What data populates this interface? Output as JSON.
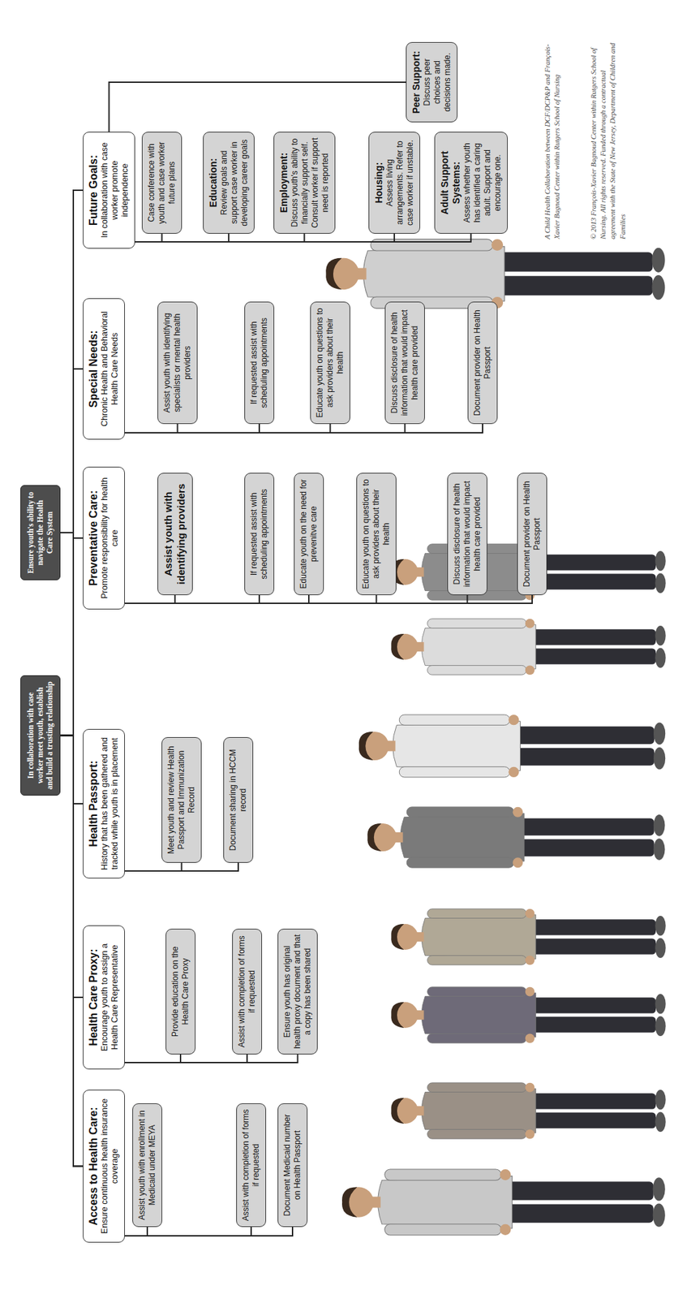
{
  "diagram": {
    "nodes": [
      {
        "text": [
          "In collaboration with case worker meet youth, establish and build a trusting relationship"
        ]
      },
      {
        "text": [
          "Ensure youth's ability to navigate the Health Care System"
        ]
      },
      {
        "text": [
          "Access to Health Care:",
          "Ensure continuous health insurance coverage"
        ]
      },
      {
        "text": [
          "Assist youth with enrollment in Medicaid under MEYA"
        ]
      },
      {
        "text": [
          "Assist with completion of forms if requested"
        ]
      },
      {
        "text": [
          "Document Medicaid number on Health Passport"
        ]
      },
      {
        "text": [
          "Health Care Proxy:",
          "Encourage youth to assign a Health Care Representative"
        ]
      },
      {
        "text": [
          "Provide education on the Health Care Proxy"
        ]
      },
      {
        "text": [
          "Assist with completion of forms if requested"
        ]
      },
      {
        "text": [
          "Ensure youth has original health proxy document and that a copy has been shared"
        ]
      },
      {
        "text": [
          "Health Passport:",
          "History that has been gathered and tracked while youth is in placement"
        ]
      },
      {
        "text": [
          "Meet youth and review Health Passport and Immunization Record"
        ]
      },
      {
        "text": [
          "Document sharing in HCCM record"
        ]
      },
      {
        "text": [
          "Preventative Care:",
          "Promote responsibility for health care"
        ]
      },
      {
        "text": [
          "Assist youth with identifying providers"
        ]
      },
      {
        "text": [
          "If requested assist with scheduling appointments"
        ]
      },
      {
        "text": [
          "Educate youth on the need for prevenitve care"
        ]
      },
      {
        "text": [
          "Educate youth on questions to ask providers about their health"
        ]
      },
      {
        "text": [
          "Discuss disclosure of health information that would impact health care provided"
        ]
      },
      {
        "text": [
          "Document provider on Health Passport"
        ]
      },
      {
        "text": [
          "Special Needs:",
          "Chronic Health and Behavioral Health Care Needs"
        ]
      },
      {
        "text": [
          "Assist youth with identifying specialists or mental health providers"
        ]
      },
      {
        "text": [
          "If requested assist with scheduling appointments"
        ]
      },
      {
        "text": [
          "Educate youth on questions to ask providers about their health"
        ]
      },
      {
        "text": [
          "Discuss disclosure of health information that would impact health care provided"
        ]
      },
      {
        "text": [
          "Document provider on Health Passport"
        ]
      },
      {
        "text": [
          "Future Goals:",
          "In collaboration with case worker promote independence"
        ]
      },
      {
        "text": [
          "Case conference with youth and case worker future plans"
        ]
      },
      {
        "text": [
          "Education:",
          "Review goals and support case worker in developing career goals"
        ]
      },
      {
        "text": [
          "Employment:",
          "Discuss youth's ability to financially support self. Consult worker if support need is reported"
        ]
      },
      {
        "text": [
          "Housing:",
          "Assess living arrangements. Refer to case worker if unstable."
        ]
      },
      {
        "text": [
          "Adult Support Systems:",
          "Assess whether youth has identified a caring adult. Support and encourage one."
        ]
      },
      {
        "text": [
          "Peer Support:",
          "Discuss peer choices and decisions made."
        ]
      }
    ],
    "edges": [
      {
        "from": 0,
        "to": 2,
        "arrow": "none"
      },
      {
        "from": 0,
        "to": 6,
        "arrow": "none"
      },
      {
        "from": 0,
        "to": 10,
        "arrow": "none"
      },
      {
        "from": 0,
        "to": 13,
        "arrow": "none"
      },
      {
        "from": 0,
        "to": 20,
        "arrow": "none"
      },
      {
        "from": 0,
        "to": 26,
        "arrow": "none"
      },
      {
        "from": 1,
        "to": 2,
        "arrow": "none"
      },
      {
        "from": 1,
        "to": 6,
        "arrow": "none"
      },
      {
        "from": 1,
        "to": 10,
        "arrow": "none"
      },
      {
        "from": 1,
        "to": 13,
        "arrow": "none"
      },
      {
        "from": 1,
        "to": 20,
        "arrow": "none"
      },
      {
        "from": 1,
        "to": 26,
        "arrow": "none"
      },
      {
        "from": 2,
        "to": 3,
        "arrow": "none"
      },
      {
        "from": 2,
        "to": 4,
        "arrow": "none"
      },
      {
        "from": 2,
        "to": 5,
        "arrow": "none"
      },
      {
        "from": 6,
        "to": 7,
        "arrow": "none"
      },
      {
        "from": 6,
        "to": 8,
        "arrow": "none"
      },
      {
        "from": 6,
        "to": 9,
        "arrow": "none"
      },
      {
        "from": 10,
        "to": 11,
        "arrow": "none"
      },
      {
        "from": 10,
        "to": 12,
        "arrow": "none"
      },
      {
        "from": 13,
        "to": 14,
        "arrow": "none"
      },
      {
        "from": 13,
        "to": 15,
        "arrow": "none"
      },
      {
        "from": 13,
        "to": 16,
        "arrow": "none"
      },
      {
        "from": 13,
        "to": 17,
        "arrow": "none"
      },
      {
        "from": 13,
        "to": 18,
        "arrow": "none"
      },
      {
        "from": 13,
        "to": 19,
        "arrow": "none"
      },
      {
        "from": 20,
        "to": 21,
        "arrow": "none"
      },
      {
        "from": 20,
        "to": 22,
        "arrow": "none"
      },
      {
        "from": 20,
        "to": 23,
        "arrow": "none"
      },
      {
        "from": 20,
        "to": 24,
        "arrow": "none"
      },
      {
        "from": 20,
        "to": 25,
        "arrow": "none"
      },
      {
        "from": 26,
        "to": 27,
        "arrow": "none"
      },
      {
        "from": 26,
        "to": 28,
        "arrow": "none"
      },
      {
        "from": 26,
        "to": 29,
        "arrow": "none"
      },
      {
        "from": 26,
        "to": 30,
        "arrow": "none"
      },
      {
        "from": 26,
        "to": 31,
        "arrow": "none"
      },
      {
        "from": 26,
        "to": 32,
        "arrow": "none"
      }
    ],
    "labels": [
      "A Child Health Collaboration between DCF/DCP&P and François-Xavier Bagnoud Center within Rutgers School of Nursing",
      "© 2013 François-Xavier Bagnoud Center within Rutgers School of Nursing. All rights reserved. Funded through a contractual agreement with the State of New Jersey, Department of Children and Families"
    ]
  }
}
